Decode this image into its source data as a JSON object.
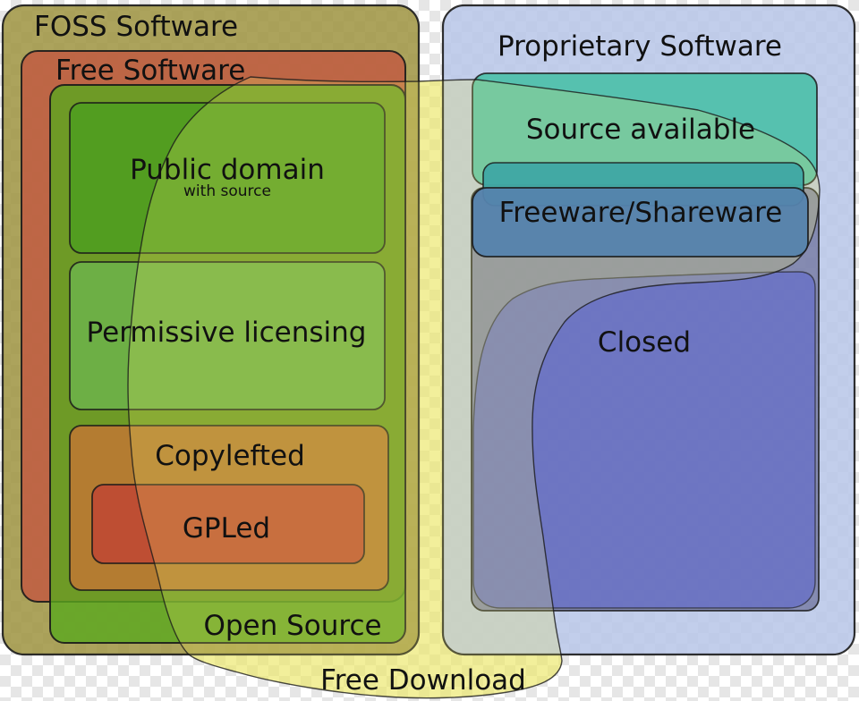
{
  "diagram": {
    "labels": {
      "foss": "FOSS Software",
      "free_software": "Free Software",
      "public_domain": "Public domain",
      "public_domain_sub": "with source",
      "permissive": "Permissive licensing",
      "copylefted": "Copylefted",
      "gpled": "GPLed",
      "open_source": "Open Source",
      "proprietary": "Proprietary Software",
      "source_available": "Source available",
      "freeware": "Freeware/Shareware",
      "closed": "Closed",
      "free_download": "Free Download"
    },
    "colors": {
      "foss": "#a19646",
      "free_software": "#c15c42",
      "open_source": "#5aa81e",
      "public_domain": "#4f9d1f",
      "permissive": "#6cb148",
      "copylefted": "#ba7932",
      "gpled": "#bf4a33",
      "proprietary": "#b7c5e8",
      "source_available": "#4ac0a8",
      "overlap_bar": "#3fa8a4",
      "freeware": "#5583ad",
      "closed_container": "#484878",
      "closed": "#6a72c6",
      "free_download": "#ece86e",
      "outline": "#1a1a1a",
      "label": "#111111",
      "closed_label": "#252a66",
      "checker": "#e6e6e6"
    }
  }
}
